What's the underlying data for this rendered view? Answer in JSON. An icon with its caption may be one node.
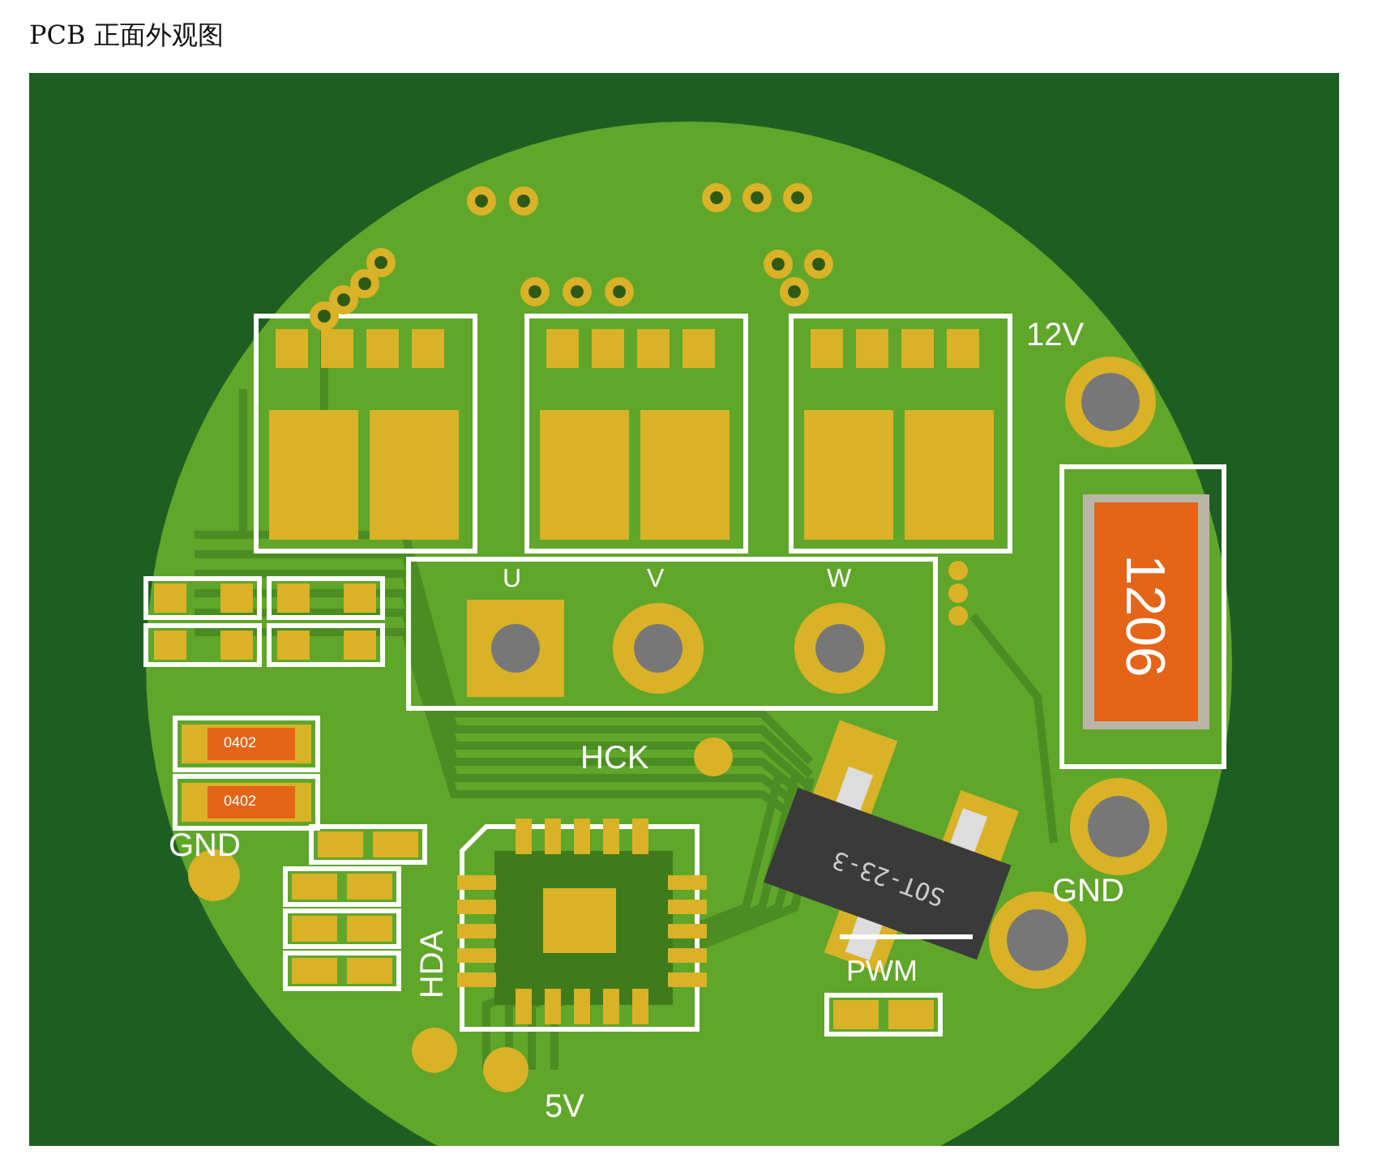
{
  "diagram": {
    "title": "PCB 正面外观图",
    "labels": [
      "12V",
      "U",
      "V",
      "W",
      "1206",
      "0402",
      "0402",
      "HCK",
      "GND",
      "HDA",
      "SOT-23-3",
      "GND",
      "PWM",
      "5V"
    ]
  }
}
